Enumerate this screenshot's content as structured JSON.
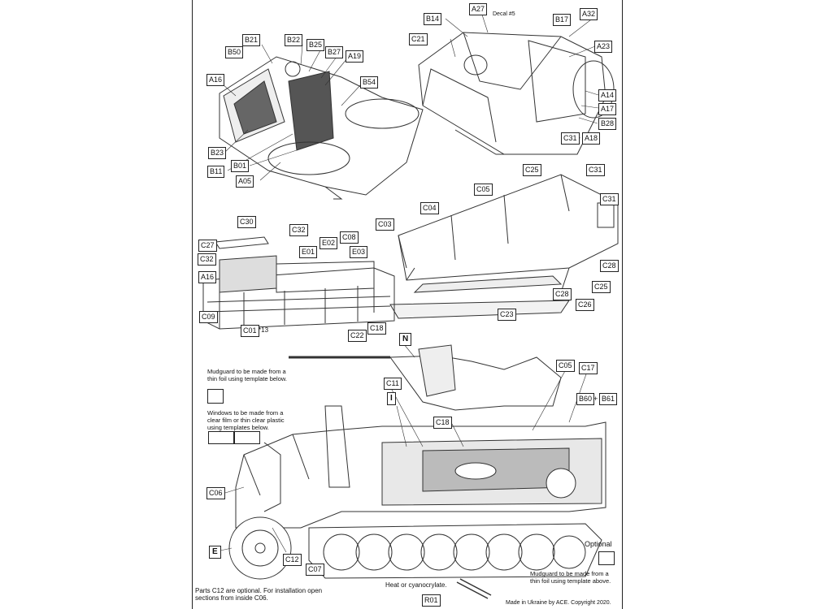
{
  "labels": {
    "a16": "A16",
    "b21": "B21",
    "b22": "B22",
    "b25": "B25",
    "b27": "B27",
    "a19": "A19",
    "b50": "B50",
    "b54": "B54",
    "b23": "B23",
    "b01": "B01",
    "b11": "B11",
    "a05": "A05",
    "b14": "B14",
    "a27": "A27",
    "b17": "B17",
    "a32": "A32",
    "c21": "C21",
    "a23": "A23",
    "a14": "A14",
    "a17": "A17",
    "b28": "B28",
    "a18": "A18",
    "c31_top": "C31",
    "c25_top": "C25",
    "c31_right1": "C31",
    "c31_right2": "C31",
    "c05_mid": "C05",
    "c04": "C04",
    "c03": "C03",
    "c28_a": "C28",
    "c25_b": "C25",
    "c28_b": "C28",
    "c26": "C26",
    "c23": "C23",
    "c30": "C30",
    "c27": "C27",
    "c32_a": "C32",
    "c32_b": "C32",
    "c08": "C08",
    "e01": "E01",
    "e02": "E02",
    "e03": "E03",
    "a16_b": "A16",
    "c09": "C09",
    "c01": "C01",
    "c22": "C22",
    "c18_a": "C18",
    "n": "N",
    "c11": "C11",
    "i": "I",
    "c18_b": "C18",
    "c05": "C05",
    "c17": "C17",
    "b60": "B60",
    "b61": "B61",
    "c06": "C06",
    "e": "E",
    "c12": "C12",
    "c07": "C07",
    "r01": "R01"
  },
  "decal": "Decal #5",
  "c01_note": "*13",
  "plus": "+",
  "notes": {
    "mudguard_top": "Mudguard to be made from a thin foil using template below.",
    "windows": "Windows to be made from a clear film or thin clear plastic using templates below.",
    "optional": "Optional",
    "mudguard_bottom": "Mudguard to be made from a thin foil using template above.",
    "heat": "Heat or cyanocrylate.",
    "parts_c12": "Parts C12 are optional. For installation open sections from inside C06.",
    "copyright": "Made in Ukraine by ACE. Copyright 2020."
  }
}
